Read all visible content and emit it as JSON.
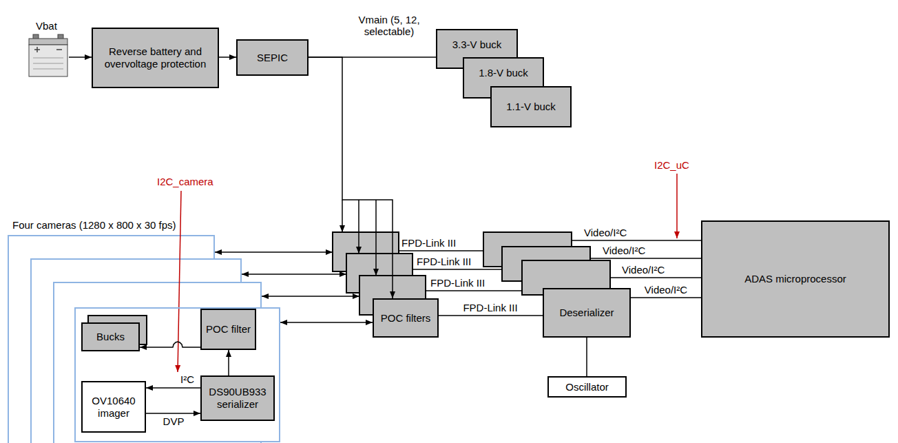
{
  "diagram": {
    "nodes": [
      {
        "text": [
          "Reverse battery and overvoltage protection"
        ]
      },
      {
        "text": [
          "SEPIC"
        ]
      },
      {
        "text": [
          "3.3-V buck"
        ]
      },
      {
        "text": [
          "1.8-V buck"
        ]
      },
      {
        "text": [
          "1.1-V buck"
        ]
      },
      {
        "text": [
          "Four cameras (1280 x 800 x 30 fps)"
        ]
      },
      {
        "text": [
          "Bucks"
        ],
        "in": 5
      },
      {
        "text": [
          "POC filter"
        ],
        "in": 5
      },
      {
        "text": [
          "OV10640 imager"
        ],
        "in": 5
      },
      {
        "text": [
          "DS90UB933 serializer"
        ],
        "in": 5
      },
      {
        "text": [
          "POC filters"
        ]
      },
      {
        "text": [
          "Deserializer"
        ]
      },
      {
        "text": [
          "Oscillator"
        ]
      },
      {
        "text": [
          "ADAS microprocessor"
        ]
      }
    ],
    "edges": [
      {
        "from": 0,
        "to": 1,
        "arrow": "to"
      },
      {
        "from": 1,
        "to": 2,
        "arrow": "none",
        "label": "Vmain (5, 12, selectable)"
      },
      {
        "from": 1,
        "to": 10,
        "arrow": "to"
      },
      {
        "from": 5,
        "to": 10,
        "arrow": "both"
      },
      {
        "from": 10,
        "to": 11,
        "arrow": "none",
        "label": "FPD-Link III"
      },
      {
        "from": 11,
        "to": 13,
        "arrow": "none",
        "label": "Video/I²C"
      },
      {
        "from": 12,
        "to": 11,
        "arrow": "none"
      },
      {
        "from": 7,
        "to": 6,
        "arrow": "to"
      },
      {
        "from": 9,
        "to": 7,
        "arrow": "to"
      },
      {
        "from": 9,
        "to": 8,
        "arrow": "to",
        "label": "I²C"
      },
      {
        "from": 8,
        "to": 9,
        "arrow": "to",
        "label": "DVP"
      }
    ],
    "labels": [
      "Vbat",
      "I2C_uC",
      "I2C_camera",
      "FPD-Link III",
      "Video/I²C",
      "FPD-Link III",
      "Video/I²C",
      "FPD-Link III",
      "Video/I²C"
    ]
  }
}
